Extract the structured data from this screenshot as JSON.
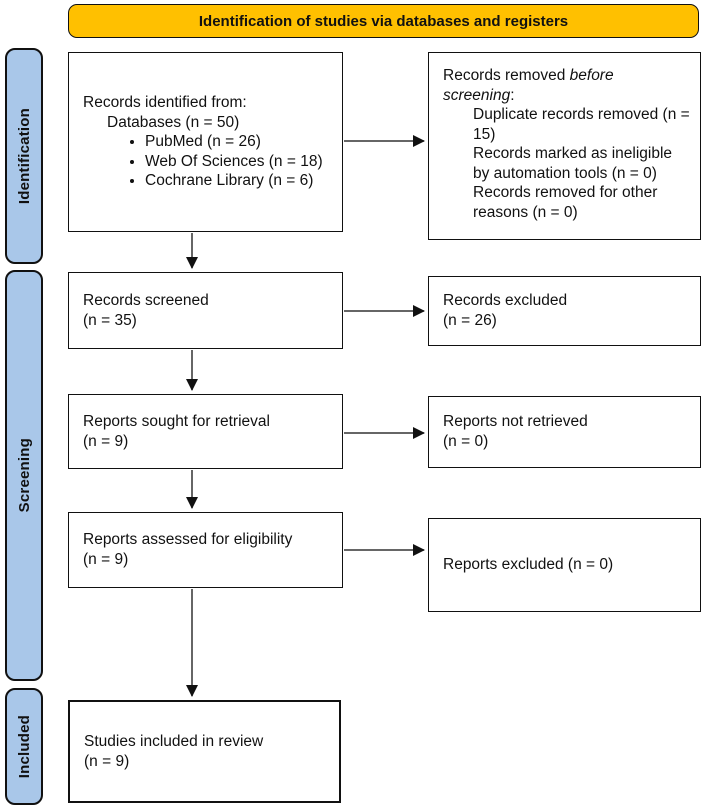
{
  "banner": {
    "label": "Identification of studies via databases and registers",
    "bg_color": "#FFC000"
  },
  "sidebar": {
    "bg_color": "#A9C7E9",
    "stages": [
      {
        "id": "identification",
        "label": "Identification"
      },
      {
        "id": "screening",
        "label": "Screening"
      },
      {
        "id": "included",
        "label": "Included"
      }
    ]
  },
  "boxes": {
    "identified": {
      "line1": "Records identified from:",
      "line2": "Databases (n = 50)",
      "bullets": [
        "PubMed (n = 26)",
        "Web Of Sciences (n = 18)",
        "Cochrane Library (n = 6)"
      ]
    },
    "removed": {
      "title_normal": "Records removed ",
      "title_italic_line1": "before",
      "title_italic_line2": "screening",
      "title_suffix": ":",
      "items": [
        "Duplicate records removed (n = 15)",
        "Records marked as ineligible by automation tools (n = 0)",
        "Records removed for other reasons (n = 0)"
      ]
    },
    "screened": {
      "line1": "Records screened",
      "line2": "(n = 35)"
    },
    "excluded": {
      "line1": "Records excluded",
      "line2": "(n = 26)"
    },
    "sought": {
      "line1": "Reports sought for retrieval",
      "line2": "(n = 9)"
    },
    "not_retrieved": {
      "line1": "Reports not retrieved",
      "line2": "(n = 0)"
    },
    "assessed": {
      "line1": "Reports assessed for eligibility",
      "line2": "(n = 9)"
    },
    "reports_excluded": {
      "line1": "Reports excluded (n = 0)"
    },
    "included_studies": {
      "line1": "Studies included in review",
      "line2": "(n = 9)"
    }
  }
}
